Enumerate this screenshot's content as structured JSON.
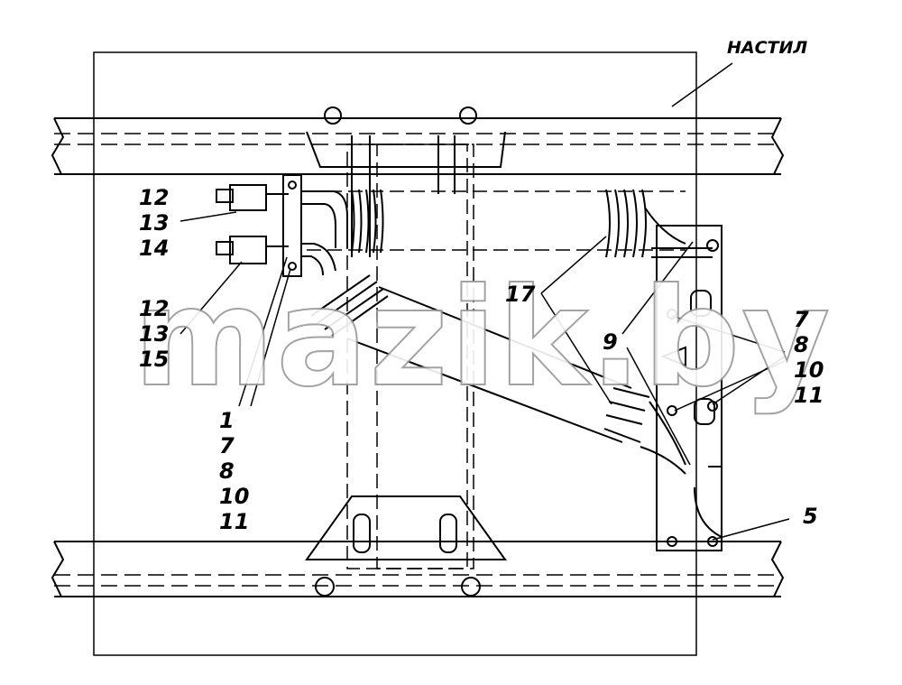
{
  "title": "НАСТИЛ",
  "watermark": "mazik.by",
  "labels": {
    "g1": [
      "12",
      "13",
      "14"
    ],
    "g2": [
      "12",
      "13",
      "15"
    ],
    "g3": [
      "1",
      "7",
      "8",
      "10",
      "11"
    ],
    "g4": [
      "17"
    ],
    "g5": [
      "9"
    ],
    "g6": [
      "7",
      "8",
      "10",
      "11"
    ],
    "g7": [
      "5"
    ]
  }
}
